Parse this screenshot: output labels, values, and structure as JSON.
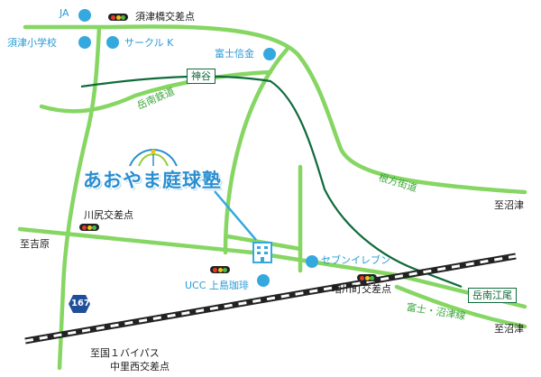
{
  "labels": {
    "ja": "JA",
    "susono_bashi": "須津橋交差点",
    "susono_school": "須津小学校",
    "circle_k": "サークル K",
    "fuji_shinkin": "富士信金",
    "kamiya": "神谷",
    "gakunan_railway": "岳南鉄道",
    "school_name": "あおやま庭球塾",
    "nekata_kaido": "根方街道",
    "to_numazu_1": "至沼津",
    "kawajiri": "川尻交差点",
    "to_yoshiwara": "至吉原",
    "seven_eleven": "セブンイレブン",
    "ucc": "UCC 上島珈琲",
    "masukawa": "増川町交差点",
    "gakunan_enoo": "岳南江尾",
    "fuji_numazu_line": "富士・沼津線",
    "to_numazu_2": "至沼津",
    "route_167": "167",
    "bypass_line1": "至国１バイパス",
    "bypass_line2": "中里西交差点"
  },
  "colors": {
    "road": "#86d663",
    "railway_line": "#0f6b3b",
    "rail_track": "#222222",
    "poi_dot": "#35a8de",
    "school_title": "#2a8fd0"
  },
  "icons": {
    "poi": "circle-dot",
    "traffic_signal": "traffic-light-icon",
    "building": "building-icon",
    "route_shield": "hexagon-shield-icon",
    "school_logo": "tennis-court-logo"
  }
}
